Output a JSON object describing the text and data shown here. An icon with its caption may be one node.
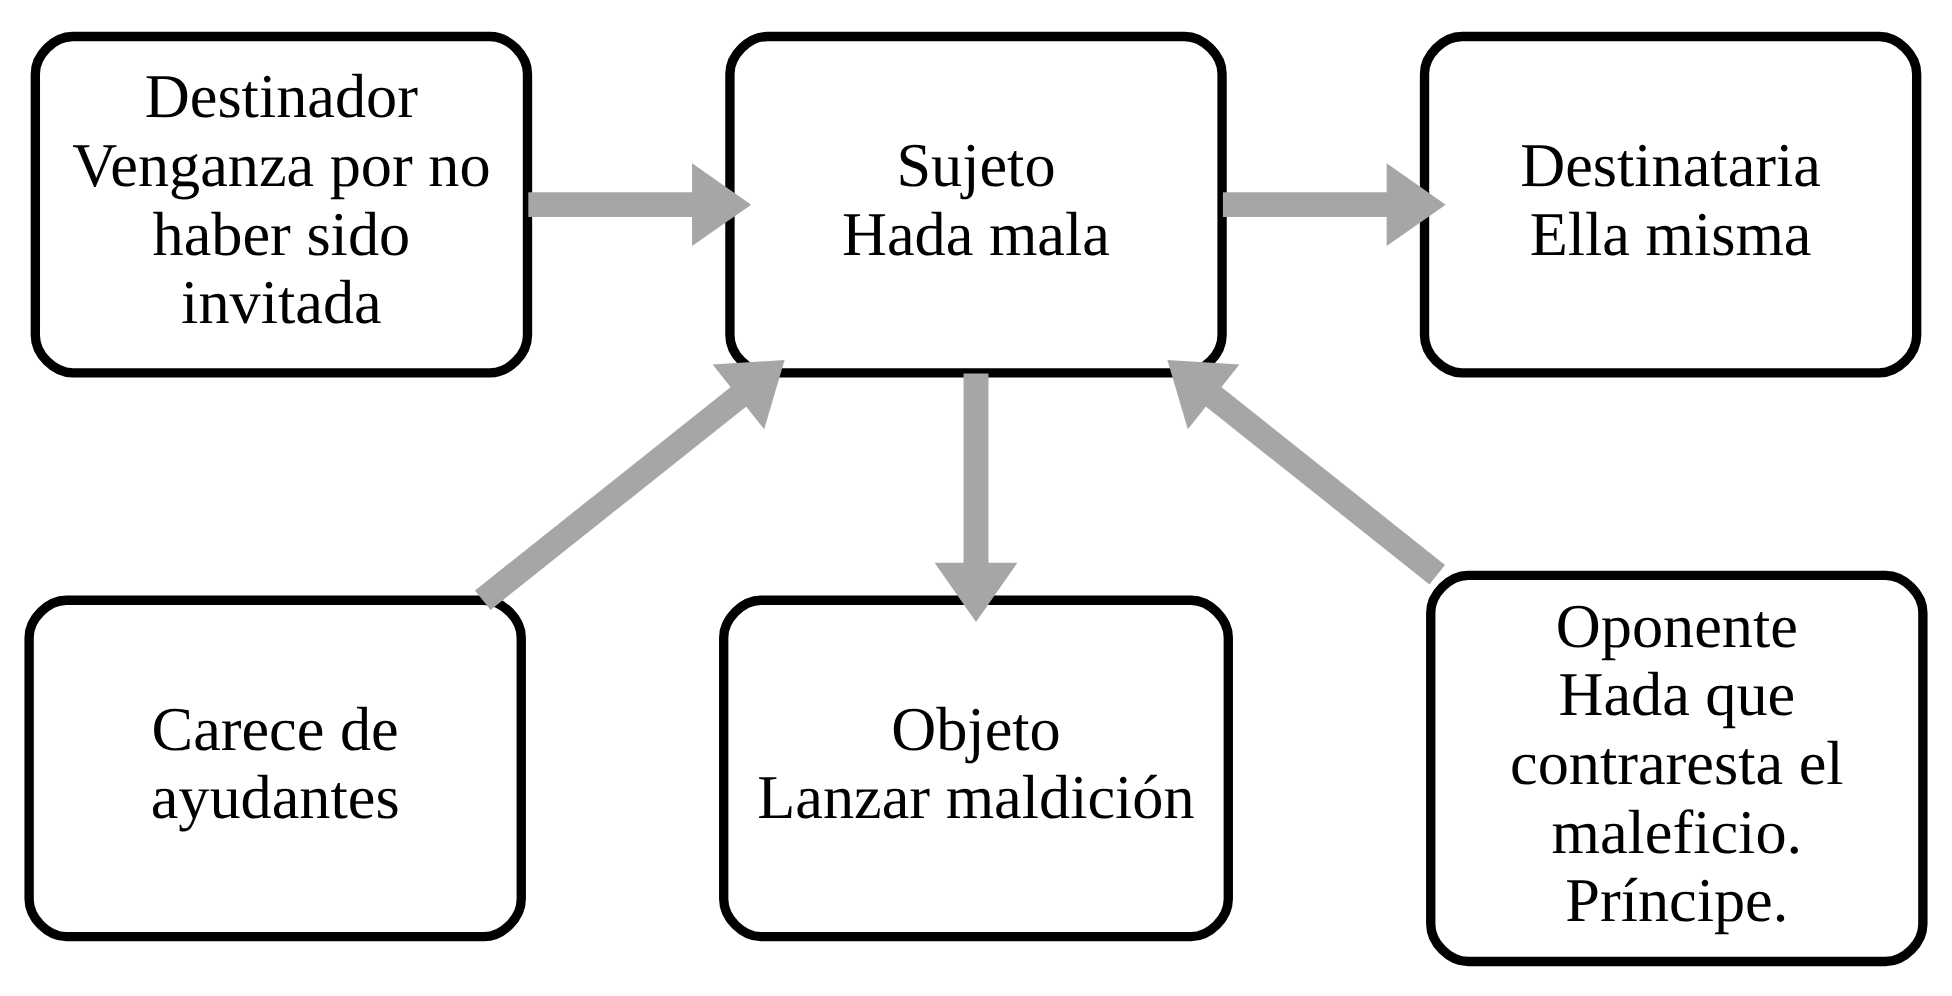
{
  "diagram": {
    "nodes": [
      {
        "text": [
          "Destinador",
          "Venganza por no haber sido invitada"
        ]
      },
      {
        "text": [
          "Sujeto",
          "Hada mala"
        ]
      },
      {
        "text": [
          "Destinataria",
          "Ella misma"
        ]
      },
      {
        "text": [
          "Carece de ayudantes"
        ]
      },
      {
        "text": [
          "Objeto",
          "Lanzar maldición"
        ]
      },
      {
        "text": [
          "Oponente",
          "Hada que contraresta el maleficio.",
          "Príncipe."
        ]
      }
    ],
    "edges": [
      {
        "from": 0,
        "to": 1,
        "arrow": "to"
      },
      {
        "from": 1,
        "to": 2,
        "arrow": "to"
      },
      {
        "from": 1,
        "to": 4,
        "arrow": "to"
      },
      {
        "from": 3,
        "to": 1,
        "arrow": "to"
      },
      {
        "from": 5,
        "to": 1,
        "arrow": "to"
      }
    ]
  }
}
